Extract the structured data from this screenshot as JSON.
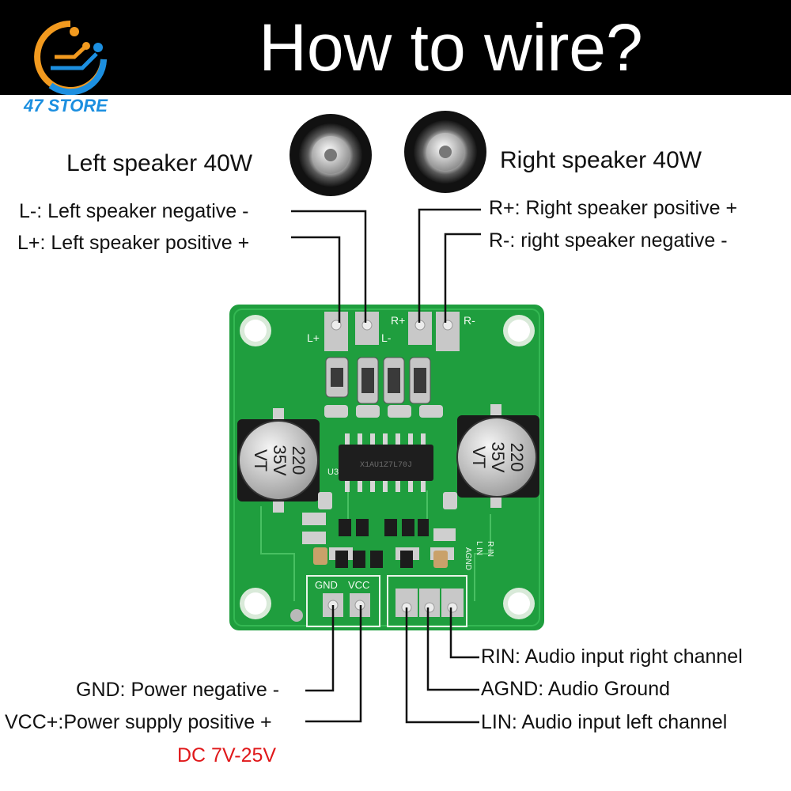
{
  "header": {
    "title": "How to wire?",
    "store_name": "47 STORE"
  },
  "speakers": {
    "left_title": "Left speaker 40W",
    "right_title": "Right speaker 40W"
  },
  "labels": {
    "l_minus": "L-: Left speaker negative -",
    "l_plus": "L+: Left speaker positive +",
    "r_plus": "R+: Right speaker positive +",
    "r_minus": "R-: right speaker negative -",
    "gnd": "GND: Power negative -",
    "vcc": "VCC+:Power supply positive +",
    "voltage": "DC 7V-25V",
    "rin": "RIN: Audio input right channel",
    "agnd": "AGND: Audio Ground",
    "lin": "LIN: Audio input left channel"
  },
  "board": {
    "silk_l_plus": "L+",
    "silk_l_minus": "L-",
    "silk_r_plus": "R+",
    "silk_r_minus": "R-",
    "silk_gnd": "GND",
    "silk_vcc": "VCC",
    "silk_rin": "R IN",
    "silk_agnd": "AGND",
    "silk_lin": "L IN",
    "silk_u3": "U3",
    "cap_value": "220",
    "cap_voltage": "35V",
    "cap_series": "VT",
    "chip_marking": "X1AU1Z7L70J"
  },
  "colors": {
    "banner": "#000000",
    "pcb": "#1f9e3e",
    "store": "#1c8fe0",
    "voltage": "#e0181a"
  }
}
